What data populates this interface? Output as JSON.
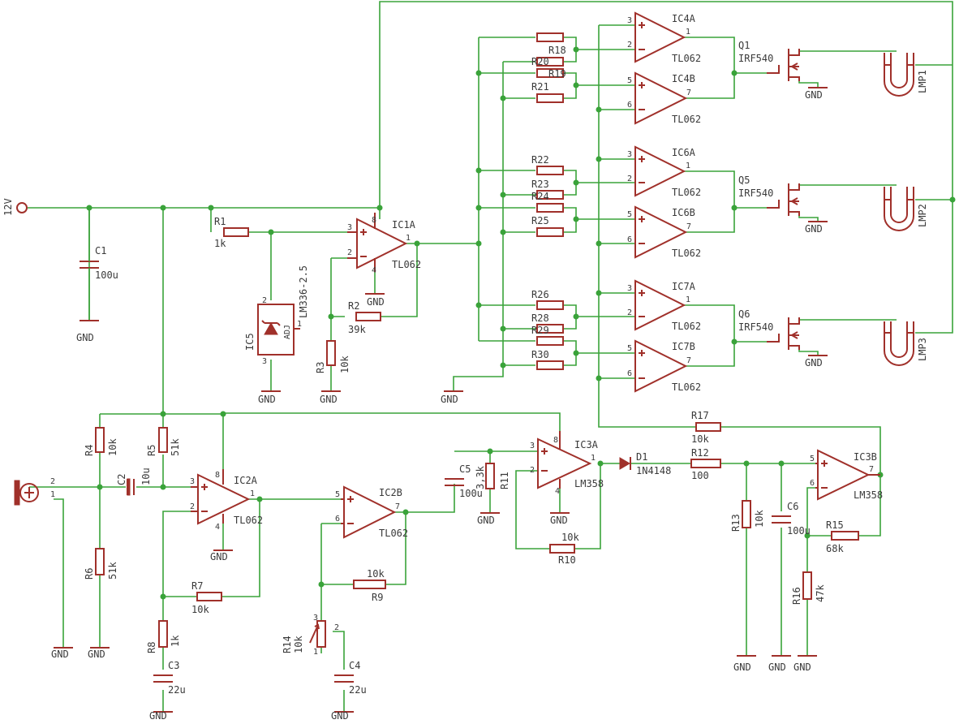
{
  "nets": {
    "supply": "12V",
    "ground": "GND"
  },
  "resistors": [
    {
      "ref": "R1",
      "value": "1k"
    },
    {
      "ref": "R2",
      "value": "39k"
    },
    {
      "ref": "R3",
      "value": "10k"
    },
    {
      "ref": "R4",
      "value": "10k"
    },
    {
      "ref": "R5",
      "value": "51k"
    },
    {
      "ref": "R6",
      "value": "51k"
    },
    {
      "ref": "R7",
      "value": "10k"
    },
    {
      "ref": "R8",
      "value": "1k"
    },
    {
      "ref": "R9",
      "value": "10k"
    },
    {
      "ref": "R10",
      "value": "10k"
    },
    {
      "ref": "R11",
      "value": "3,3k"
    },
    {
      "ref": "R12",
      "value": "100"
    },
    {
      "ref": "R13",
      "value": "10k"
    },
    {
      "ref": "R14",
      "value": "10k"
    },
    {
      "ref": "R15",
      "value": "68k"
    },
    {
      "ref": "R16",
      "value": "47k"
    },
    {
      "ref": "R17",
      "value": "10k"
    },
    {
      "ref": "R18",
      "value": ""
    },
    {
      "ref": "R19",
      "value": ""
    },
    {
      "ref": "R20",
      "value": ""
    },
    {
      "ref": "R21",
      "value": ""
    },
    {
      "ref": "R22",
      "value": ""
    },
    {
      "ref": "R23",
      "value": ""
    },
    {
      "ref": "R24",
      "value": ""
    },
    {
      "ref": "R25",
      "value": ""
    },
    {
      "ref": "R26",
      "value": ""
    },
    {
      "ref": "R28",
      "value": ""
    },
    {
      "ref": "R29",
      "value": ""
    },
    {
      "ref": "R30",
      "value": ""
    }
  ],
  "capacitors": [
    {
      "ref": "C1",
      "value": "100u"
    },
    {
      "ref": "C2",
      "value": "10u"
    },
    {
      "ref": "C3",
      "value": "22u"
    },
    {
      "ref": "C4",
      "value": "22u"
    },
    {
      "ref": "C5",
      "value": "100u"
    },
    {
      "ref": "C6",
      "value": "100u"
    }
  ],
  "opamps": [
    {
      "ref": "IC1A",
      "part": "TL062"
    },
    {
      "ref": "IC2A",
      "part": "TL062"
    },
    {
      "ref": "IC2B",
      "part": "TL062"
    },
    {
      "ref": "IC3A",
      "part": "LM358"
    },
    {
      "ref": "IC3B",
      "part": "LM358"
    },
    {
      "ref": "IC4A",
      "part": "TL062"
    },
    {
      "ref": "IC4B",
      "part": "TL062"
    },
    {
      "ref": "IC6A",
      "part": "TL062"
    },
    {
      "ref": "IC6B",
      "part": "TL062"
    },
    {
      "ref": "IC7A",
      "part": "TL062"
    },
    {
      "ref": "IC7B",
      "part": "TL062"
    }
  ],
  "transistors": [
    {
      "ref": "Q1",
      "part": "IRF540"
    },
    {
      "ref": "Q5",
      "part": "IRF540"
    },
    {
      "ref": "Q6",
      "part": "IRF540"
    }
  ],
  "lamps": [
    "LMP1",
    "LMP2",
    "LMP3"
  ],
  "diode": {
    "ref": "D1",
    "part": "1N4148"
  },
  "reference": {
    "ref": "IC5",
    "part": "LM336-2.5",
    "adj": "ADJ"
  },
  "pins": {
    "p1": "1",
    "p2": "2",
    "p3": "3",
    "p4": "4",
    "p5": "5",
    "p6": "6",
    "p7": "7",
    "p8": "8"
  }
}
